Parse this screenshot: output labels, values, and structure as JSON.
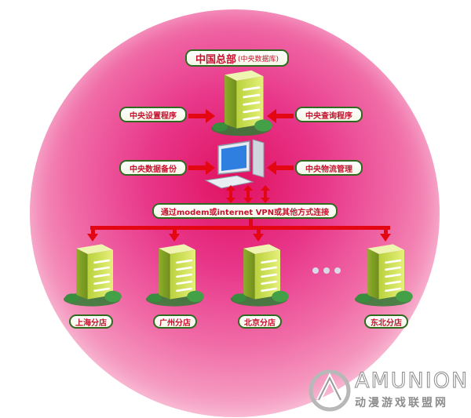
{
  "headquarters": {
    "title": "中国总部",
    "subtitle": "(中央数据库)"
  },
  "programs": {
    "top_left": "中央设置程序",
    "top_right": "中央查询程序",
    "bottom_left": "中央数据备份",
    "bottom_right": "中央物流管理"
  },
  "connection": "通过modem或internet VPN或其他方式连接",
  "branches": [
    "上海分店",
    "广州分店",
    "北京分店",
    "东北分店"
  ],
  "watermark": {
    "brand": "AMUNION",
    "tagline": "动漫游戏联盟网"
  },
  "colors": {
    "sphere": "#e8368a",
    "arrow": "#e30613",
    "building": "#c8dc4a",
    "label_text": "#c8102e",
    "label_border": "#2f6b1f"
  }
}
